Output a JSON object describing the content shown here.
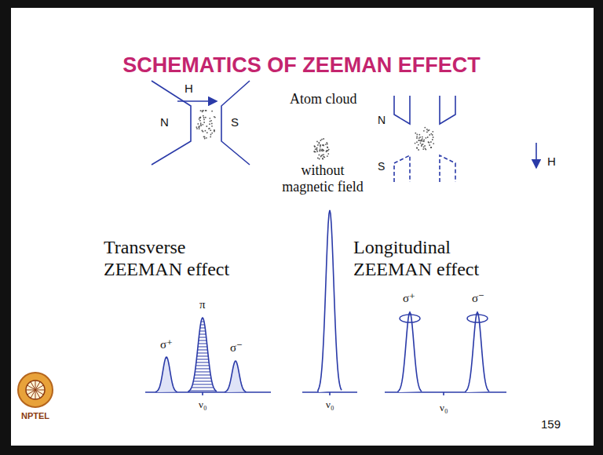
{
  "diagram": {
    "title": "SCHEMATICS OF ZEEMAN EFFECT",
    "labels": [
      "H",
      "N",
      "S",
      "Atom cloud",
      "without magnetic field",
      "N",
      "S",
      "H",
      "Transverse ZEEMAN effect",
      "Longitudinal ZEEMAN effect",
      "σ⁺",
      "π",
      "σ⁻",
      "ν₀",
      "ν₀",
      "σ⁺",
      "σ⁻",
      "ν₀",
      "159",
      "NPTEL"
    ]
  }
}
